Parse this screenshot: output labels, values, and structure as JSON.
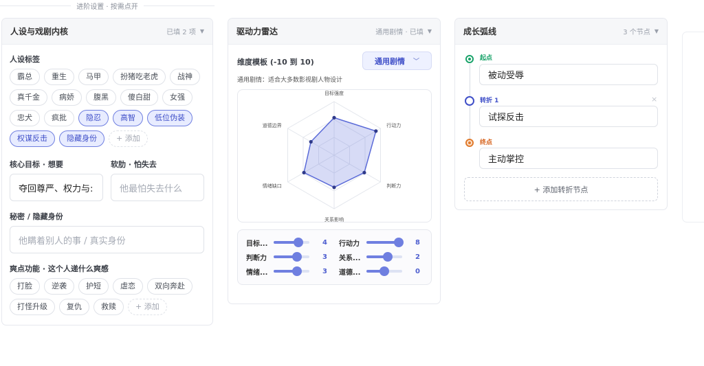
{
  "section_divider": "进阶设置 · 按需点开",
  "persona": {
    "title": "人设与戏剧内核",
    "meta": "已填 2 项",
    "tags_label": "人设标签",
    "tags": [
      {
        "text": "霸总",
        "selected": false
      },
      {
        "text": "重生",
        "selected": false
      },
      {
        "text": "马甲",
        "selected": false
      },
      {
        "text": "扮猪吃老虎",
        "selected": false
      },
      {
        "text": "战神",
        "selected": false
      },
      {
        "text": "真千金",
        "selected": false
      },
      {
        "text": "病娇",
        "selected": false
      },
      {
        "text": "腹黑",
        "selected": false
      },
      {
        "text": "傻白甜",
        "selected": false
      },
      {
        "text": "女强",
        "selected": false
      },
      {
        "text": "忠犬",
        "selected": false
      },
      {
        "text": "疯批",
        "selected": false
      },
      {
        "text": "隐忍",
        "selected": true
      },
      {
        "text": "高智",
        "selected": true
      },
      {
        "text": "低位伪装",
        "selected": true
      },
      {
        "text": "权谋反击",
        "selected": true
      },
      {
        "text": "隐藏身份",
        "selected": true
      }
    ],
    "add_label": "+ 添加",
    "goal_label": "核心目标 · 想要",
    "goal_value": "夺回尊严、权力与:",
    "weakness_label": "软肋 · 怕失去",
    "weakness_placeholder": "他最怕失去什么",
    "secret_label": "秘密 / 隐藏身份",
    "secret_placeholder": "他瞒着别人的事 / 真实身份",
    "appeal_label": "爽点功能 · 这个人递什么爽感",
    "appeal_tags": [
      "打脸",
      "逆袭",
      "护短",
      "虐恋",
      "双向奔赴",
      "打怪升级",
      "复仇",
      "救赎"
    ]
  },
  "radar": {
    "title": "驱动力雷达",
    "meta": "通用剧情 · 已填",
    "template_label": "维度模板 (-10 到 10)",
    "template_select": "通用剧情",
    "template_desc": "通用剧情：适合大多数影视剧人物设计",
    "axes": [
      "目标强度",
      "行动力",
      "判断力",
      "关系影响",
      "情绪缺口",
      "道德边界"
    ],
    "values": [
      4,
      8,
      3,
      2,
      3,
      0
    ],
    "sliders": [
      {
        "name": "目标...",
        "value": 4
      },
      {
        "name": "行动力",
        "value": 8
      },
      {
        "name": "判断力",
        "value": 3
      },
      {
        "name": "关系...",
        "value": 2
      },
      {
        "name": "情绪...",
        "value": 3
      },
      {
        "name": "道德...",
        "value": 0
      }
    ]
  },
  "arc": {
    "title": "成长弧线",
    "meta": "3 个节点",
    "nodes": [
      {
        "label": "起点",
        "value": "被动受辱",
        "color": "#1aa36a"
      },
      {
        "label": "转折 1",
        "value": "试探反击",
        "color": "#3f4fc8"
      },
      {
        "label": "终点",
        "value": "主动掌控",
        "color": "#e07a2c"
      }
    ],
    "remove_label": "×",
    "add_label": "+ 添加转折节点"
  }
}
